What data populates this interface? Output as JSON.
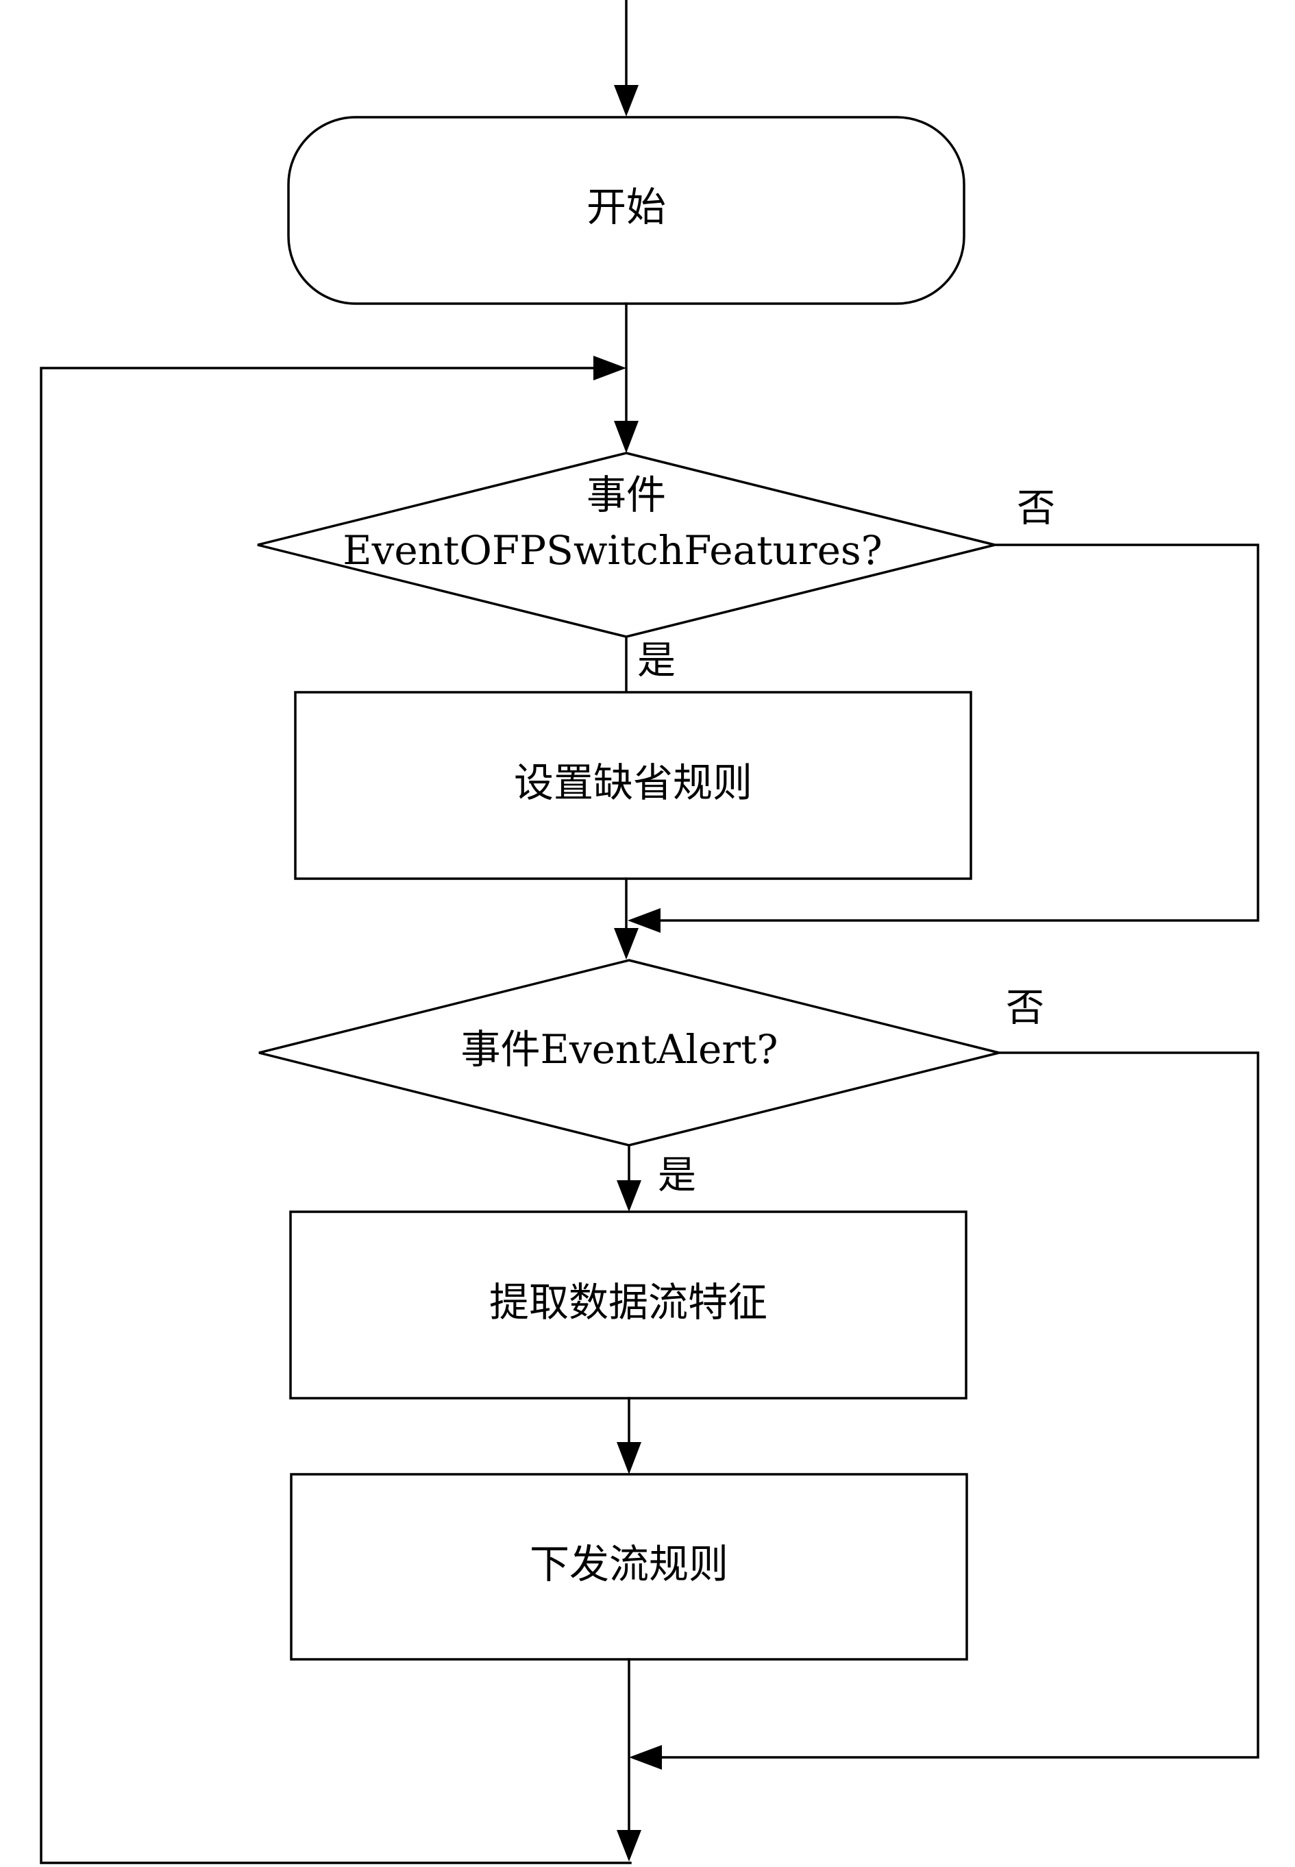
{
  "diagram": {
    "type": "flowchart",
    "start": {
      "label": "开始"
    },
    "decision1": {
      "line1": "事件",
      "line2": "EventOFPSwitchFeatures?",
      "yes": "是",
      "no": "否"
    },
    "process_default_rule": {
      "label": "设置缺省规则"
    },
    "decision2": {
      "label": "事件EventAlert?",
      "yes": "是",
      "no": "否"
    },
    "process_extract_features": {
      "label": "提取数据流特征"
    },
    "process_send_flow_rule": {
      "label": "下发流规则"
    },
    "colors": {
      "stroke": "#000000",
      "fill": "#ffffff",
      "background": "#ffffff"
    }
  }
}
